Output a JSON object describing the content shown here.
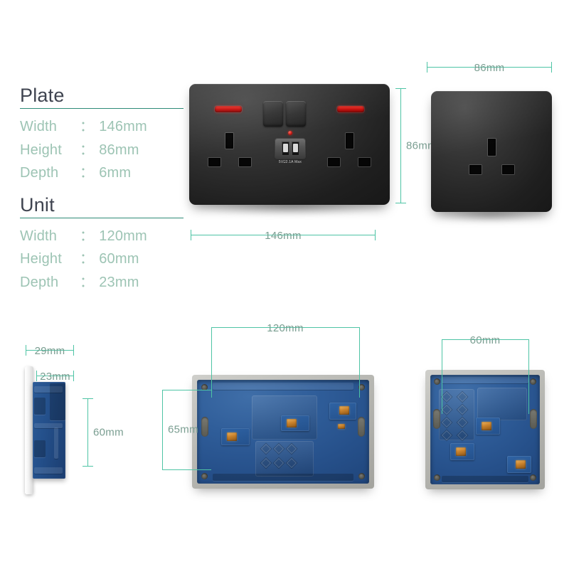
{
  "spec": {
    "groups": [
      {
        "title": "Plate",
        "rows": [
          {
            "label": "Width",
            "colon": "：",
            "value": "146mm"
          },
          {
            "label": "Height",
            "colon": "：",
            "value": "86mm"
          },
          {
            "label": "Depth",
            "colon": "：",
            "value": "6mm"
          }
        ]
      },
      {
        "title": "Unit",
        "rows": [
          {
            "label": "Width",
            "colon": "：",
            "value": "120mm"
          },
          {
            "label": "Height",
            "colon": "：",
            "value": "60mm"
          },
          {
            "label": "Depth",
            "colon": "：",
            "value": "23mm"
          }
        ]
      }
    ]
  },
  "dimensions": {
    "plate_front_width": "146mm",
    "plate_front_height": "86mm",
    "plate_side_width": "86mm",
    "unit_rear_width": "120mm",
    "unit_rear_height": "65mm",
    "unit_square_width": "60mm",
    "profile_total_depth": "29mm",
    "profile_unit_depth": "23mm",
    "profile_unit_height": "60mm"
  },
  "socket": {
    "usb_rating_label": "5V⍓2.1A Max"
  },
  "colors": {
    "dimension_line": "#4ec4a5",
    "dimension_text": "#7a9e91",
    "spec_value": "#9dc4b4",
    "spec_heading": "#3f4450",
    "heading_rule": "#2e8b77",
    "plate_black": "#222222",
    "housing_blue": "#2a5693",
    "neon_red": "#d01410",
    "background": "#ffffff"
  }
}
